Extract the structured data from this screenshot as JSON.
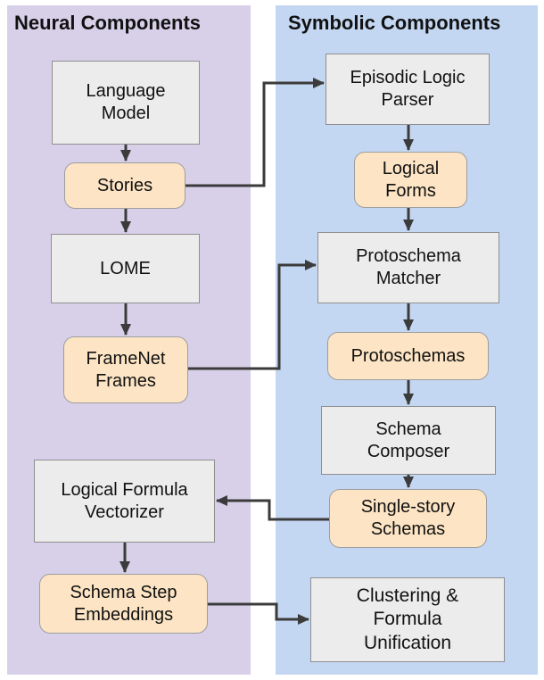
{
  "headers": {
    "neural": "Neural Components",
    "symbolic": "Symbolic Components"
  },
  "nodes": {
    "language_model": {
      "label": "Language Model",
      "type": "process",
      "column": "neural"
    },
    "stories": {
      "label": "Stories",
      "type": "data",
      "column": "neural"
    },
    "lome": {
      "label": "LOME",
      "type": "process",
      "column": "neural"
    },
    "framenet_frames": {
      "label": "FrameNet Frames",
      "type": "data",
      "column": "neural"
    },
    "logical_formula_vectorizer": {
      "label": "Logical Formula Vectorizer",
      "type": "process",
      "column": "neural"
    },
    "schema_step_embeddings": {
      "label": "Schema Step Embeddings",
      "type": "data",
      "column": "neural"
    },
    "episodic_logic_parser": {
      "label": "Episodic Logic Parser",
      "type": "process",
      "column": "symbolic"
    },
    "logical_forms": {
      "label": "Logical Forms",
      "type": "data",
      "column": "symbolic"
    },
    "protoschema_matcher": {
      "label": "Protoschema Matcher",
      "type": "process",
      "column": "symbolic"
    },
    "protoschemas": {
      "label": "Protoschemas",
      "type": "data",
      "column": "symbolic"
    },
    "schema_composer": {
      "label": "Schema Composer",
      "type": "process",
      "column": "symbolic"
    },
    "single_story_schemas": {
      "label": "Single-story Schemas",
      "type": "data",
      "column": "symbolic"
    },
    "clustering_formula_unification": {
      "label": "Clustering & Formula Unification",
      "type": "process",
      "column": "symbolic"
    }
  },
  "edges": [
    {
      "from": "language_model",
      "to": "stories"
    },
    {
      "from": "stories",
      "to": "lome"
    },
    {
      "from": "lome",
      "to": "framenet_frames"
    },
    {
      "from": "stories",
      "to": "episodic_logic_parser"
    },
    {
      "from": "framenet_frames",
      "to": "protoschema_matcher"
    },
    {
      "from": "episodic_logic_parser",
      "to": "logical_forms"
    },
    {
      "from": "logical_forms",
      "to": "protoschema_matcher"
    },
    {
      "from": "protoschema_matcher",
      "to": "protoschemas"
    },
    {
      "from": "protoschemas",
      "to": "schema_composer"
    },
    {
      "from": "schema_composer",
      "to": "single_story_schemas"
    },
    {
      "from": "single_story_schemas",
      "to": "logical_formula_vectorizer"
    },
    {
      "from": "logical_formula_vectorizer",
      "to": "schema_step_embeddings"
    },
    {
      "from": "schema_step_embeddings",
      "to": "clustering_formula_unification"
    }
  ],
  "colors": {
    "neural_bg": "#d8d0e9",
    "symbolic_bg": "#c4d7f2",
    "process_fill": "#ececec",
    "process_border": "#8f8f8f",
    "data_fill": "#fce4c4",
    "data_border": "#9e9e9e",
    "arrow": "#3b3b3b",
    "text": "#111111"
  }
}
